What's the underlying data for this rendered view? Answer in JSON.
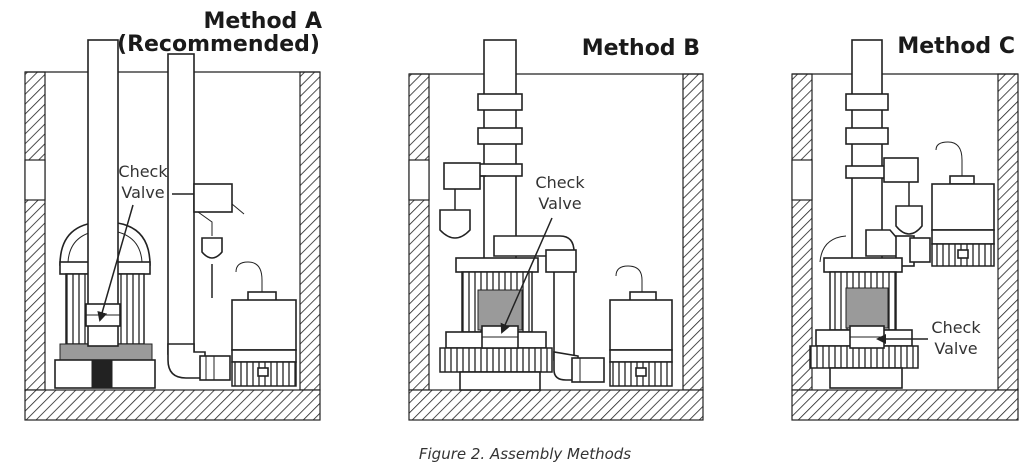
{
  "figure": {
    "caption": "Figure 2. Assembly Methods",
    "methods": [
      {
        "title": "Method A",
        "subtitle": "(Recommended)",
        "callout": [
          "Check",
          "Valve"
        ]
      },
      {
        "title": "Method B",
        "callout": [
          "Check",
          "Valve"
        ]
      },
      {
        "title": "Method C",
        "callout": [
          "Check",
          "Valve"
        ]
      }
    ]
  }
}
